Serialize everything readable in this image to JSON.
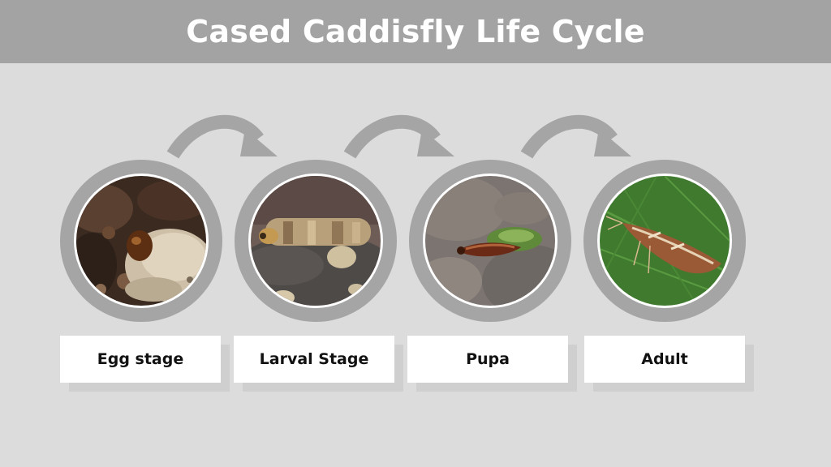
{
  "header": {
    "title": "Cased Caddisfly Life Cycle"
  },
  "stages": [
    {
      "label": "Egg stage",
      "icon": "egg-photo"
    },
    {
      "label": "Larval Stage",
      "icon": "larva-photo"
    },
    {
      "label": "Pupa",
      "icon": "pupa-photo"
    },
    {
      "label": "Adult",
      "icon": "adult-moth-photo"
    }
  ],
  "colors": {
    "background": "#dcdcdc",
    "header": "#a4a3a3",
    "ring": "#a6a5a5",
    "arrow": "#a6a5a5",
    "label_box": "#ffffff"
  }
}
